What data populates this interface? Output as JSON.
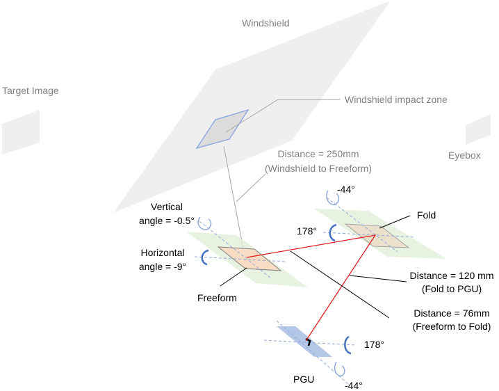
{
  "labels": {
    "windshield": "Windshield",
    "target_image": "Target Image",
    "impact_zone": "Windshield impact zone",
    "eyebox": "Eyebox",
    "dist_ws_1": "Distance = 250mm",
    "dist_ws_2": "(Windshield to Freeform)",
    "vertical_1": "Vertical",
    "vertical_2": "angle = -0.5°",
    "horizontal_1": "Horizontal",
    "horizontal_2": "angle = -9°",
    "freeform": "Freeform",
    "fold": "Fold",
    "fold_top_angle": "-44°",
    "fold_side_angle": "178°",
    "dist_fold_1": "Distance = 120 mm",
    "dist_fold_2": "(Fold to PGU)",
    "dist_ff_1": "Distance = 76mm",
    "dist_ff_2": "(Freeform to Fold)",
    "pgu": "PGU",
    "pgu_side_angle": "178°",
    "pgu_bottom_angle": "-44°"
  },
  "colors": {
    "ray": "#e02020",
    "axis": "#4472c4",
    "plane_green": "#e2efd9",
    "freeform": "#f8dcc4",
    "pgu": "#b4c7e7"
  }
}
